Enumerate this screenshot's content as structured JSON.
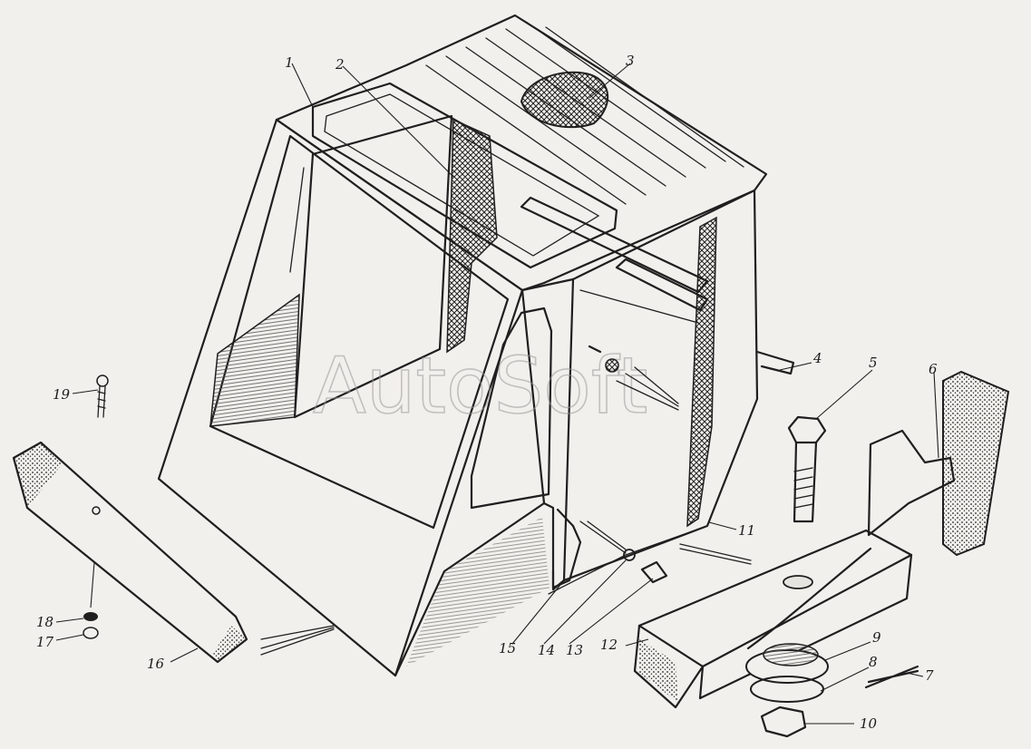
{
  "watermark": "AutoSoft",
  "callouts": [
    {
      "id": "1",
      "label": "1"
    },
    {
      "id": "2",
      "label": "2"
    },
    {
      "id": "3",
      "label": "3"
    },
    {
      "id": "4",
      "label": "4"
    },
    {
      "id": "5",
      "label": "5"
    },
    {
      "id": "6",
      "label": "6"
    },
    {
      "id": "7",
      "label": "7"
    },
    {
      "id": "8",
      "label": "8"
    },
    {
      "id": "9",
      "label": "9"
    },
    {
      "id": "10",
      "label": "10"
    },
    {
      "id": "11",
      "label": "11"
    },
    {
      "id": "12",
      "label": "12"
    },
    {
      "id": "13",
      "label": "13"
    },
    {
      "id": "14",
      "label": "14"
    },
    {
      "id": "15",
      "label": "15"
    },
    {
      "id": "16",
      "label": "16"
    },
    {
      "id": "17",
      "label": "17"
    },
    {
      "id": "18",
      "label": "18"
    },
    {
      "id": "19",
      "label": "19"
    }
  ],
  "colors": {
    "line": "#1f1f1f",
    "paper": "#f2f0ec",
    "watermark": "#9a9a9a"
  }
}
